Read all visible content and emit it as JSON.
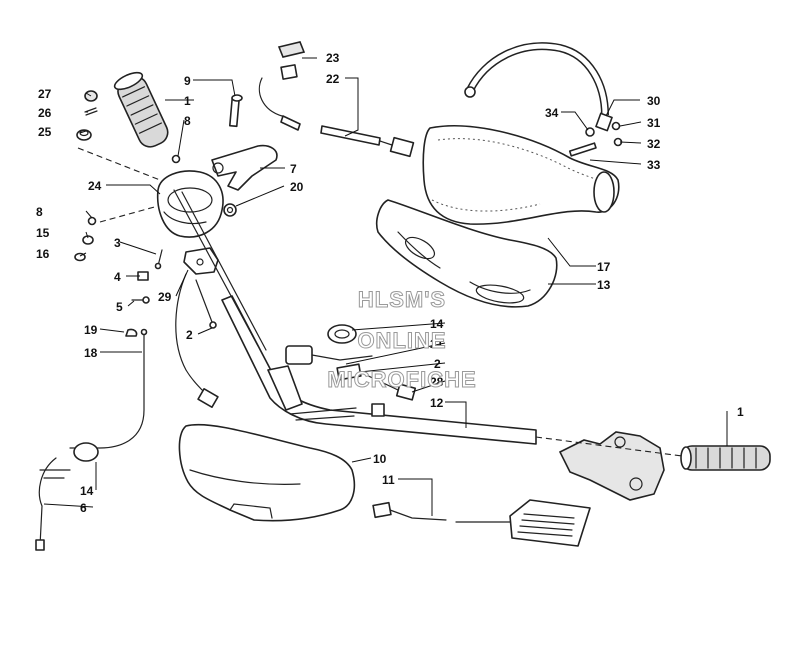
{
  "watermark": {
    "line1": "HLSM'S",
    "line2": "ONLINE",
    "line3": "MICROFICHE"
  },
  "callouts": {
    "c23": "23",
    "c22": "22",
    "c30": "30",
    "c34": "34",
    "c31": "31",
    "c32": "32",
    "c33": "33",
    "c27": "27",
    "c26": "26",
    "c25": "25",
    "c9": "9",
    "c1a": "1",
    "c8a": "8",
    "c7": "7",
    "c24": "24",
    "c20": "20",
    "c8b": "8",
    "c15": "15",
    "c16": "16",
    "c3": "3",
    "c4": "4",
    "c5": "5",
    "c29": "29",
    "c2a": "2",
    "c19": "19",
    "c18": "18",
    "c14a": "14",
    "c21": "21",
    "c2b": "2",
    "c28": "28",
    "c12": "12",
    "c17": "17",
    "c13": "13",
    "c1b": "1",
    "c10": "10",
    "c11": "11",
    "c14b": "14",
    "c6": "6"
  },
  "colors": {
    "ink": "#222222",
    "watermark_outline": "#9a9a9a",
    "background": "#ffffff"
  }
}
